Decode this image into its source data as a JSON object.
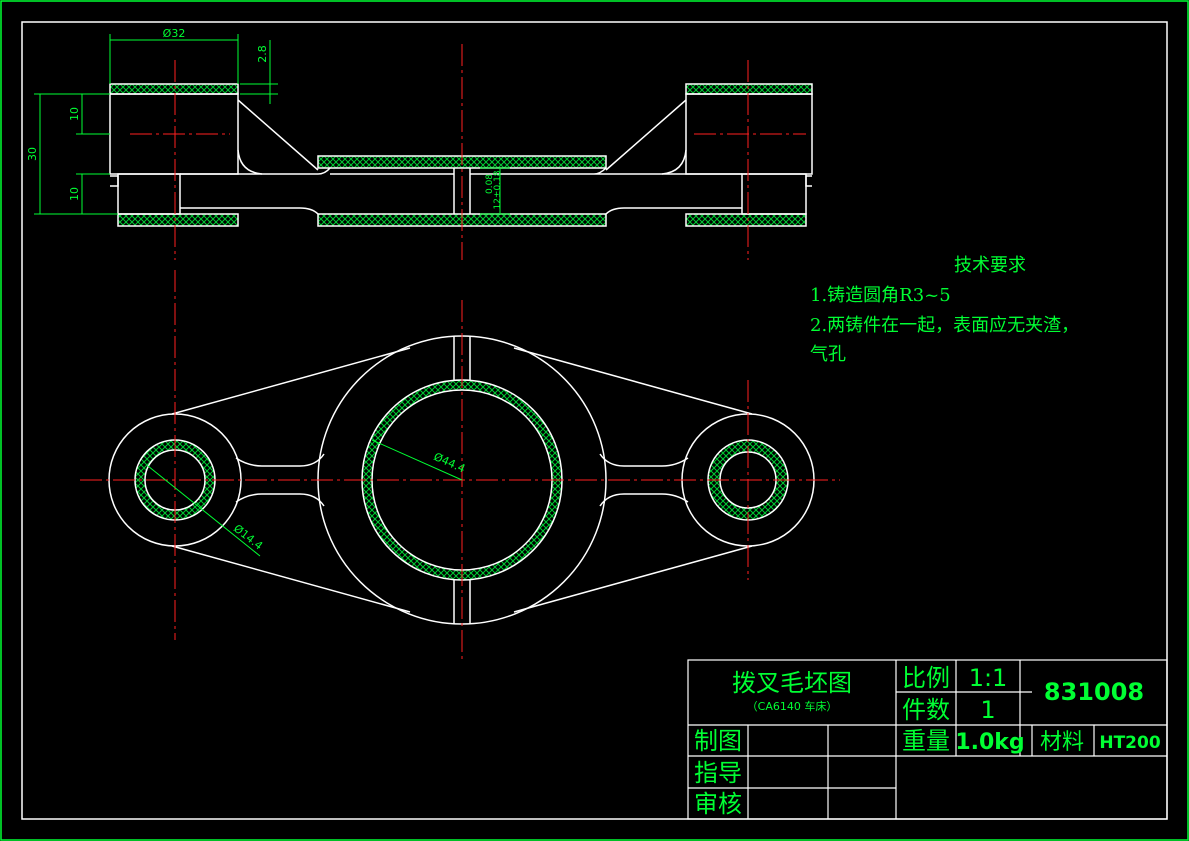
{
  "colors": {
    "background": "#000000",
    "outline": "#ffffff",
    "annotation": "#00ff33",
    "centerline": "#ff2020",
    "hatch": "#00cc33"
  },
  "dimensions": {
    "top_width": "Ø32",
    "top_offset": "2.8",
    "left_upper": "10",
    "left_total": "30",
    "left_lower": "10",
    "center_a": "0.08",
    "center_b": "12±0.18",
    "big_bore": "Ø44.4",
    "small_bore": "Ø14.4"
  },
  "tech_requirements": {
    "title": "技术要求",
    "line1": "1.铸造圆角R3~5",
    "line2": "2.两铸件在一起，表面应无夹渣，",
    "line3": "气孔"
  },
  "title_block": {
    "part_name": "拨叉毛坯图",
    "subtitle": "（CA6140 车床）",
    "scale_label": "比例",
    "scale_value": "1:1",
    "quantity_label": "件数",
    "quantity_value": "1",
    "drawing_number": "831008",
    "weight_label": "重量",
    "weight_value": "1.0kg",
    "material_label": "材料",
    "material_value": "HT200",
    "drawn_label": "制图",
    "guide_label": "指导",
    "review_label": "审核"
  }
}
